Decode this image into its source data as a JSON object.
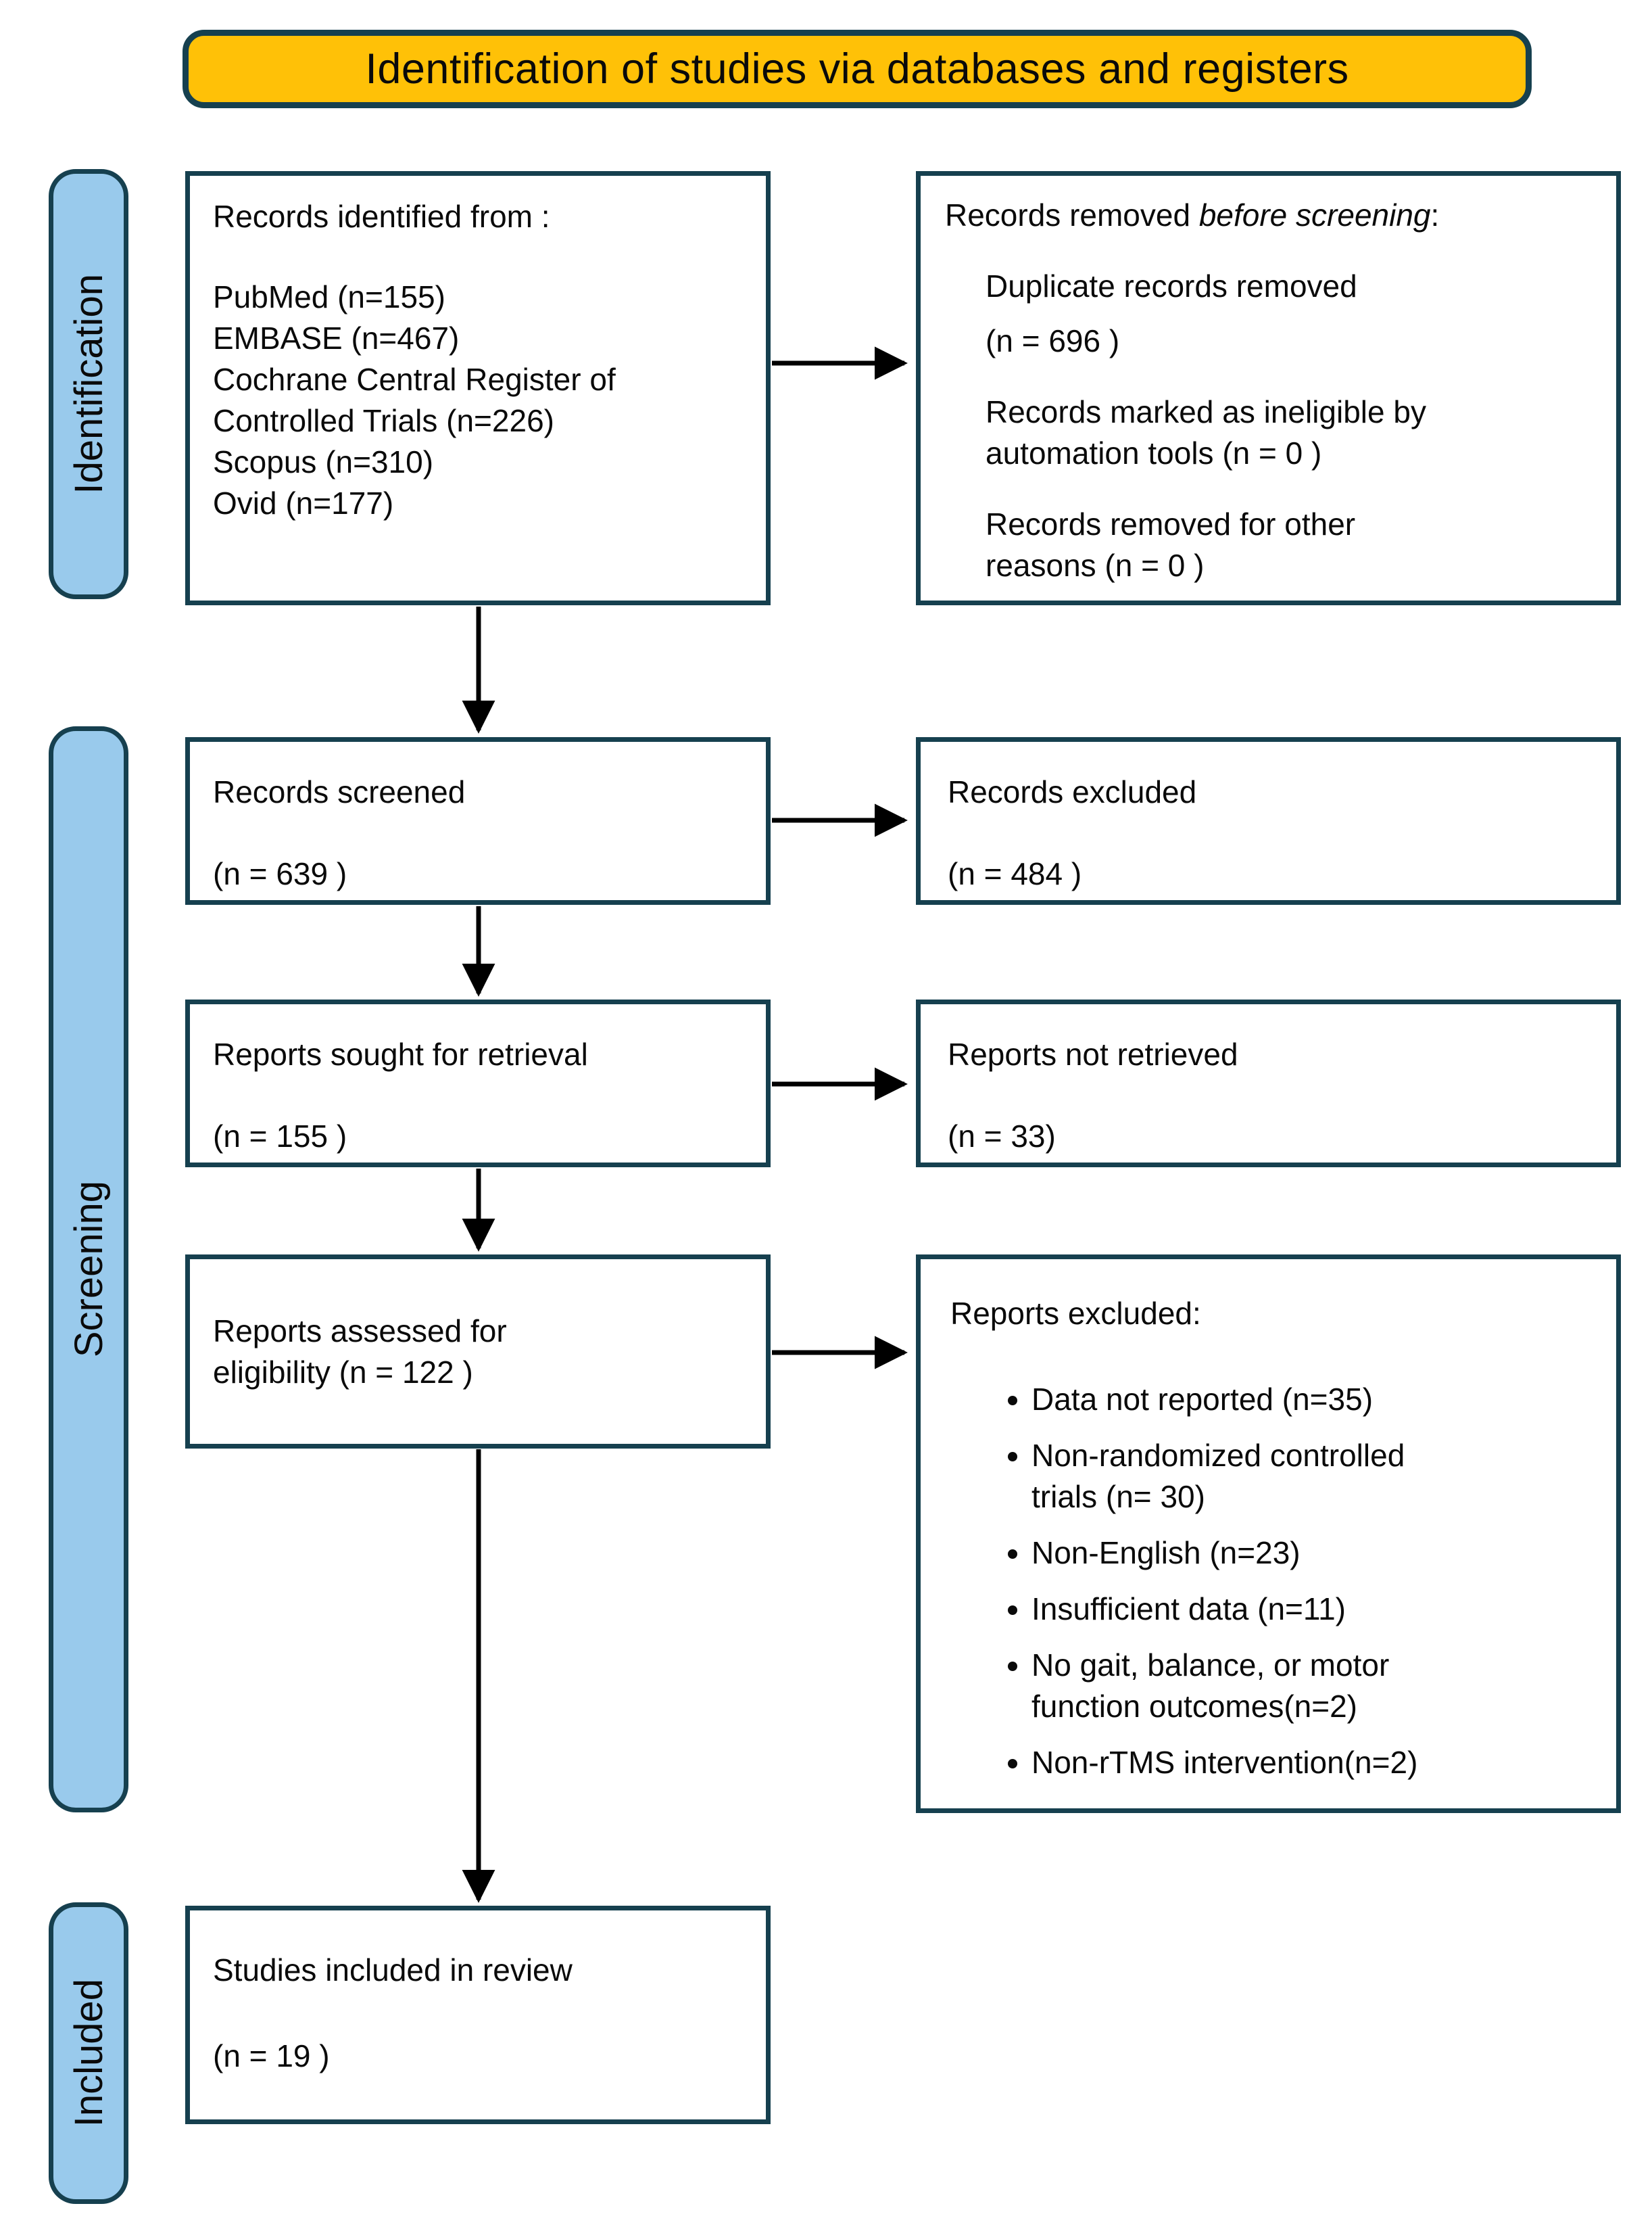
{
  "title": "Identification of studies via databases and registers",
  "colors": {
    "accent_fill": "#FFC107",
    "sidebar_fill": "#99CAEC",
    "border": "#16404F"
  },
  "stages": {
    "identification": "Identification",
    "screening": "Screening",
    "included": "Included"
  },
  "boxes": {
    "records_identified": {
      "heading": "Records identified from :",
      "lines": [
        "PubMed (n=155)",
        "EMBASE (n=467)",
        "Cochrane Central Register of Controlled Trials (n=226)",
        "Scopus (n=310)",
        "Ovid (n=177)"
      ]
    },
    "records_removed": {
      "heading_prefix": "Records removed ",
      "heading_italic": "before screening",
      "heading_suffix": ":",
      "items": [
        {
          "text": "Duplicate records removed",
          "value": "(n = 696 )"
        },
        {
          "text": "Records marked as ineligible by automation tools (n = 0 )"
        },
        {
          "text": "Records removed for other reasons (n = 0 )"
        }
      ]
    },
    "records_screened": {
      "heading": "Records screened",
      "value": "(n = 639 )"
    },
    "records_excluded": {
      "heading": "Records excluded",
      "value": "(n = 484 )"
    },
    "reports_sought": {
      "heading": "Reports sought for retrieval",
      "value": "(n = 155 )"
    },
    "reports_not_retrieved": {
      "heading": "Reports not retrieved",
      "value": "(n = 33)"
    },
    "reports_assessed": {
      "heading": "Reports assessed for eligibility (n = 122 )"
    },
    "reports_excluded": {
      "heading": "Reports excluded:",
      "bullets": [
        "Data not reported (n=35)",
        "Non-randomized controlled trials (n= 30)",
        "Non-English (n=23)",
        "Insufficient data (n=11)",
        "No gait, balance, or motor function outcomes(n=2)",
        "Non-rTMS intervention(n=2)"
      ]
    },
    "studies_included": {
      "heading": "Studies included in review",
      "value": "(n = 19 )"
    }
  }
}
